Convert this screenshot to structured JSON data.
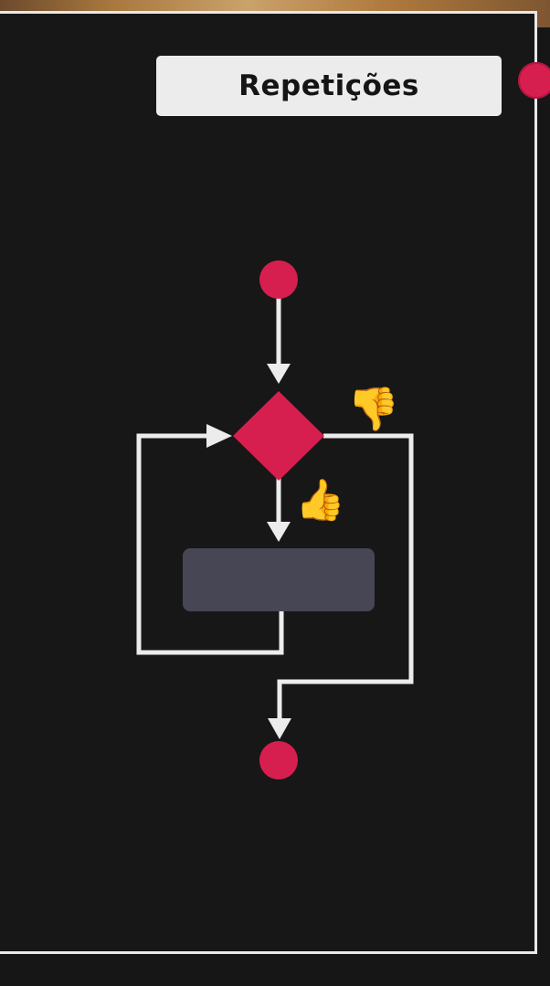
{
  "title": "Repetições",
  "colors": {
    "background": "#161616",
    "accent": "#d71f4f",
    "line": "#ececec",
    "process_box": "#464655",
    "title_box": "#ececec"
  },
  "diagram": {
    "type": "flowchart-loop",
    "nodes": [
      {
        "id": "start",
        "shape": "circle"
      },
      {
        "id": "condition",
        "shape": "diamond"
      },
      {
        "id": "loop-body",
        "shape": "rounded-rectangle"
      },
      {
        "id": "end",
        "shape": "circle"
      }
    ],
    "edges": [
      {
        "from": "start",
        "to": "condition"
      },
      {
        "from": "condition",
        "to": "loop-body",
        "branch": "true",
        "icon": "thumbs-up-icon"
      },
      {
        "from": "loop-body",
        "to": "condition",
        "branch": "loop-back"
      },
      {
        "from": "condition",
        "to": "end",
        "branch": "false",
        "icon": "thumbs-down-icon"
      }
    ]
  },
  "icons": {
    "thumbs_up": "👍",
    "thumbs_down": "👎"
  }
}
